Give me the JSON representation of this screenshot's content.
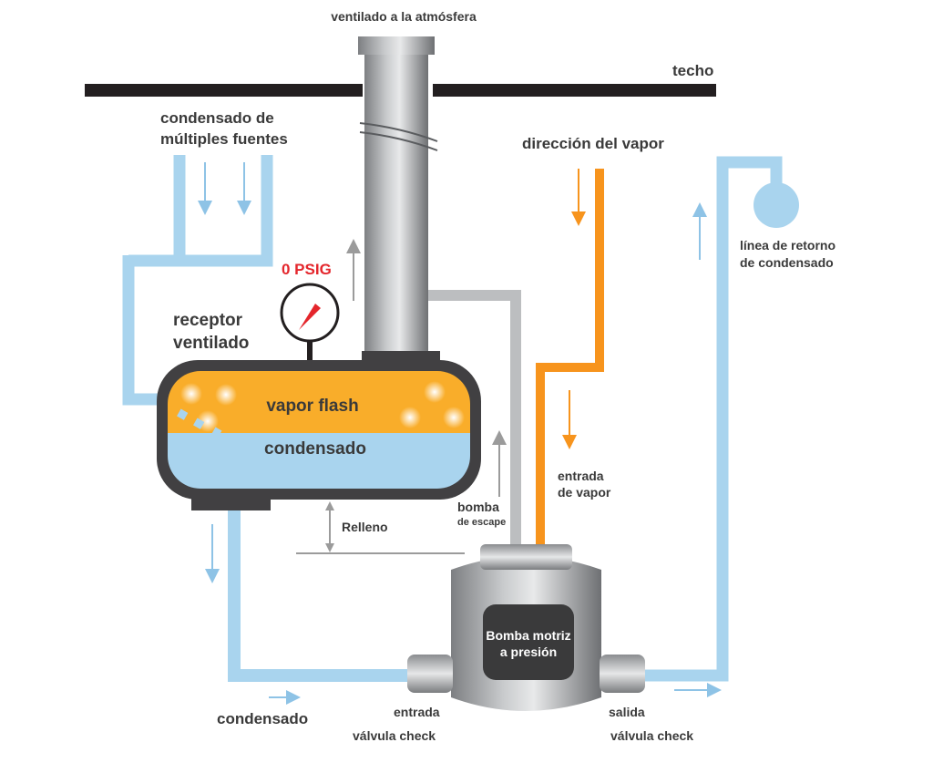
{
  "labels": {
    "vent_top": "ventilado a la atmósfera",
    "ceiling": "techo",
    "inlet_line1": "condensado de",
    "inlet_line2": "múltiples fuentes",
    "steam_direction": "dirección del vapor",
    "return_line1": "línea de retorno",
    "return_line2": "de condensado",
    "gauge_reading": "0 PSIG",
    "receiver_line1": "receptor",
    "receiver_line2": "ventilado",
    "flash_steam": "vapor flash",
    "tank_condensate": "condensado",
    "exhaust_line1": "bomba",
    "exhaust_line2": "de escape",
    "steam_inlet_line1": "entrada",
    "steam_inlet_line2": "de vapor",
    "fill_head": "Relleno",
    "pump_line1": "Bomba motriz",
    "pump_line2": "a presión",
    "outlet_condensate": "condensado",
    "inlet_valve_1": "entrada",
    "inlet_valve_2": "válvula check",
    "outlet_valve_1": "salida",
    "outlet_valve_2": "válvula check"
  },
  "colors": {
    "condensate": "#a9d4ee",
    "steam": "#f7941d",
    "flash": "#f9ad2a",
    "exhaust": "#bcbec0",
    "tank_border": "#414042",
    "gauge_text": "#e4262c",
    "ceiling": "#231f20"
  }
}
